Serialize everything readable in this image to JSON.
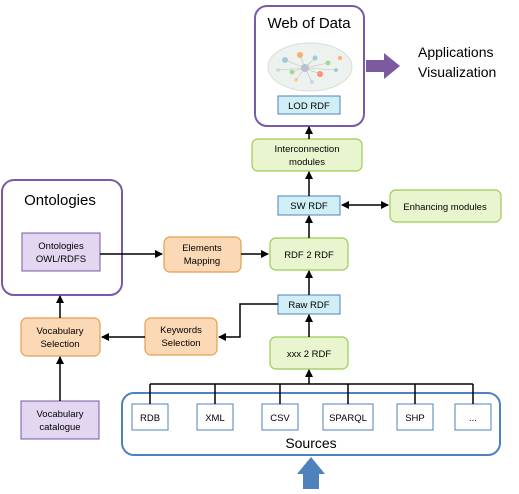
{
  "colors": {
    "purple_border": "#7a5aa6",
    "purple_fill": "#e3d6f0",
    "green_border": "#9acb52",
    "green_fill": "#e9f5cf",
    "orange_border": "#e2a04f",
    "orange_fill": "#fbd9b7",
    "blue_border": "#4f81bd",
    "blue_fill": "#cfeef6",
    "arrow_purple": "#7b5a9e",
    "arrow_blue": "#4f81bd",
    "line": "#000000"
  },
  "web_of_data": {
    "title": "Web of Data"
  },
  "applications": {
    "line1": "Applications",
    "line2": "Visualization"
  },
  "ontologies": {
    "title": "Ontologies"
  },
  "nodes": {
    "lod_rdf": "LOD RDF",
    "interconnection_1": "Interconnection",
    "interconnection_2": "modules",
    "sw_rdf": "SW RDF",
    "enhancing": "Enhancing modules",
    "ont_owl_1": "Ontologies",
    "ont_owl_2": "OWL/RDFS",
    "elements_1": "Elements",
    "elements_2": "Mapping",
    "rdf2rdf": "RDF 2 RDF",
    "raw_rdf": "Raw RDF",
    "vocab_sel_1": "Vocabulary",
    "vocab_sel_2": "Selection",
    "keywords_1": "Keywords",
    "keywords_2": "Selection",
    "xxx2rdf": "xxx 2 RDF",
    "vocab_cat_1": "Vocabulary",
    "vocab_cat_2": "catalogue"
  },
  "sources": {
    "title": "Sources",
    "items": [
      "RDB",
      "XML",
      "CSV",
      "SPARQL",
      "SHP",
      "..."
    ]
  }
}
